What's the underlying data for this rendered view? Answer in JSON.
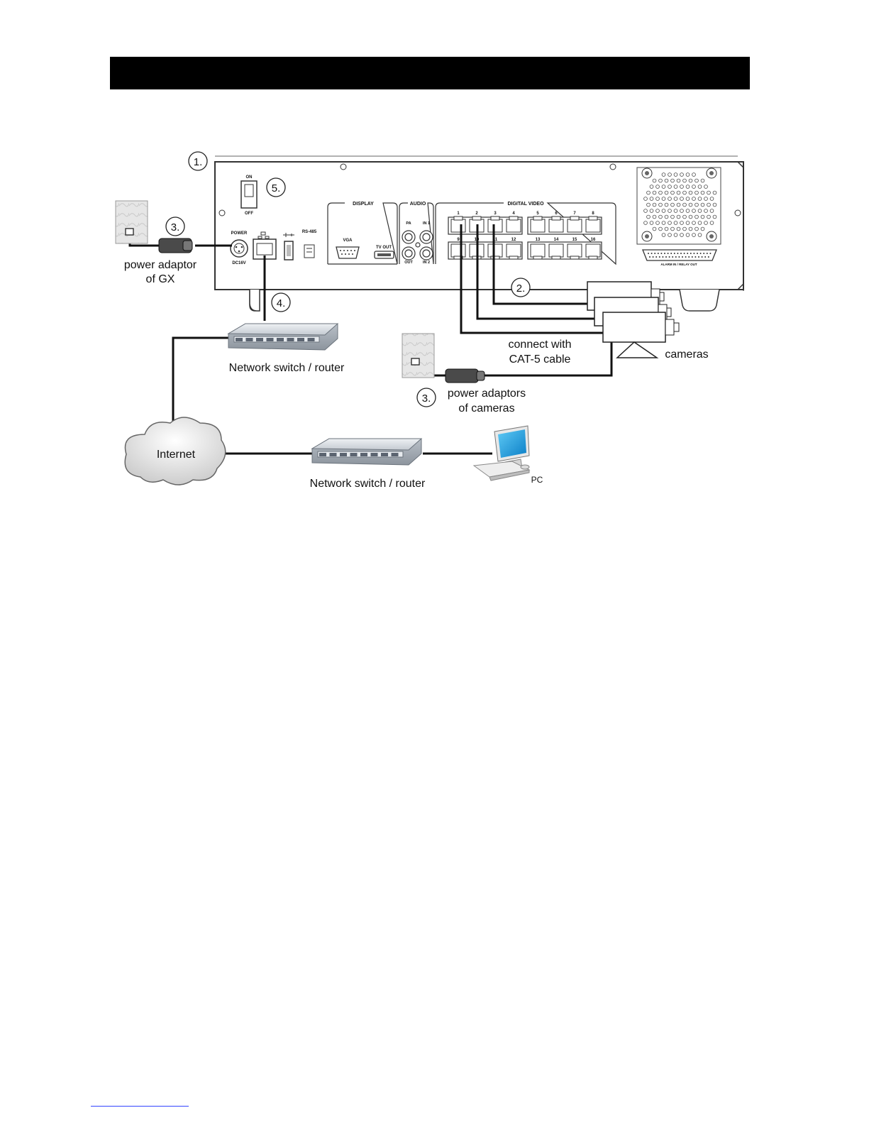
{
  "title": "",
  "steps": {
    "s1": "1.",
    "s2": "2.",
    "s3": "3.",
    "s4": "4.",
    "s5": "5."
  },
  "panel": {
    "on": "ON",
    "off": "OFF",
    "power": "POWER",
    "dc": "DC16V",
    "rs485": "RS-485",
    "display": "DISPLAY",
    "vga": "VGA",
    "tvout": "TV OUT",
    "audio": "AUDIO",
    "pa": "PA",
    "in1": "IN 1",
    "out": "OUT",
    "in2": "IN 2",
    "digital_video": "DIGITAL VIDEO",
    "ports_top": [
      "1",
      "2",
      "3",
      "4",
      "5",
      "6",
      "7",
      "8"
    ],
    "ports_bottom": [
      "9",
      "10",
      "11",
      "12",
      "13",
      "14",
      "15",
      "16"
    ],
    "alarm": "ALARM IN / RELAY OUT"
  },
  "labels": {
    "power_adaptor_line1": "power adaptor",
    "power_adaptor_line2": "of GX",
    "switch_top": "Network switch / router",
    "connect_line1": "connect with",
    "connect_line2": "CAT-5 cable",
    "cameras": "cameras",
    "cam_adaptors_line1": "power adaptors",
    "cam_adaptors_line2": "of cameras",
    "internet": "Internet",
    "switch_bottom": "Network switch / router",
    "pc": "PC"
  },
  "colors": {
    "cable": "#111111",
    "panel_line": "#333333",
    "switch_body": "#d8dde3",
    "monitor_screen": "#1aa3e8"
  }
}
